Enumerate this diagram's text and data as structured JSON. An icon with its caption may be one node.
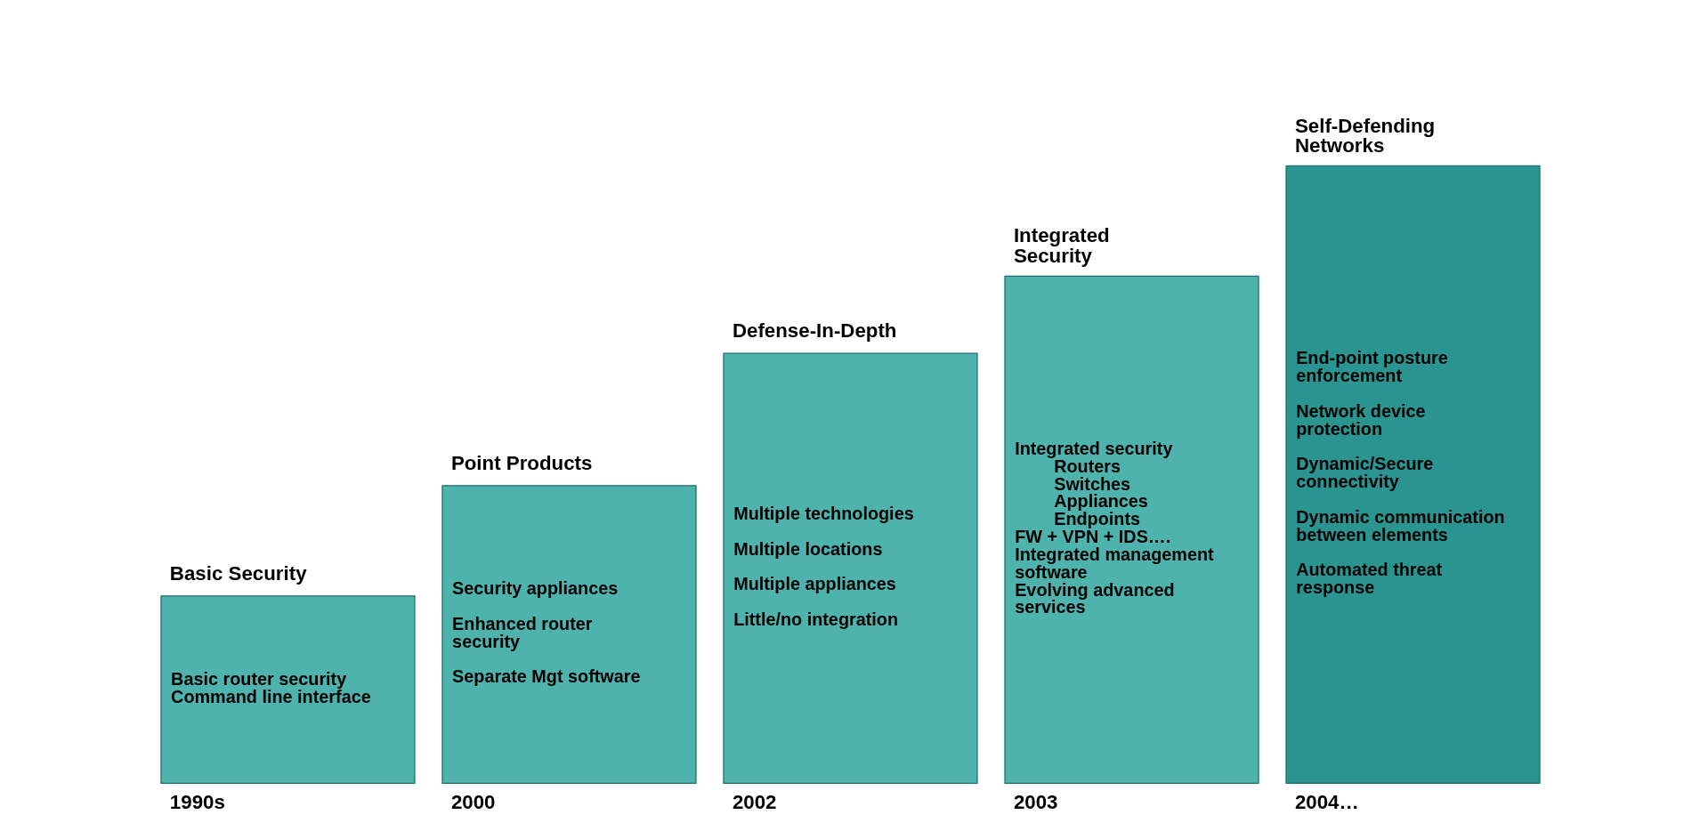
{
  "diagram": {
    "nodes": [
      {
        "text": [
          "Basic Security",
          "Basic router security",
          "Command line interface"
        ],
        "beside": [
          "1990s"
        ]
      },
      {
        "text": [
          "Point Products",
          "Security appliances",
          "Enhanced router security",
          "Separate Mgt software"
        ],
        "beside": [
          "2000"
        ]
      },
      {
        "text": [
          "Defense-In-Depth",
          "Multiple technologies",
          "Multiple locations",
          "Multiple appliances",
          "Little/no integration"
        ],
        "beside": [
          "2002"
        ]
      },
      {
        "text": [
          "Integrated Security",
          "Integrated security",
          "Routers",
          "Switches",
          "Appliances",
          "Endpoints",
          "FW + VPN + IDS….",
          "Integrated management software",
          "Evolving advanced services"
        ],
        "beside": [
          "2003"
        ]
      },
      {
        "text": [
          "Self-Defending Networks",
          "End-point posture enforcement",
          "Network device protection",
          "Dynamic/Secure connectivity",
          "Dynamic communication between elements",
          "Automated threat response"
        ],
        "beside": [
          "2004…"
        ]
      }
    ]
  }
}
